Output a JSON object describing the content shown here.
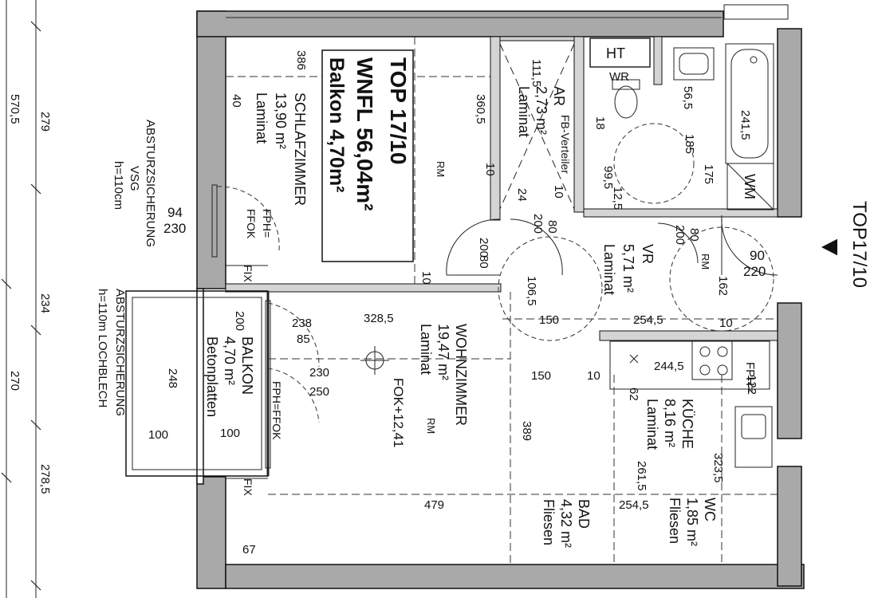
{
  "title_box": {
    "line1": "TOP 17/10",
    "line2": "WNFL 56,04m²",
    "line3": "Balkon 4,70m²"
  },
  "rooms": {
    "schlafzimmer": {
      "name": "SCHLAFZIMMER",
      "area": "13,90 m²",
      "floor": "Laminat"
    },
    "ar": {
      "name": "AR",
      "area": "2,73 m²",
      "floor": "Laminat"
    },
    "vr": {
      "name": "VR",
      "area": "5,71 m²",
      "floor": "Laminat"
    },
    "wohnzimmer": {
      "name": "WOHNZIMMER",
      "area": "19,47 m²",
      "floor": "Laminat"
    },
    "kueche": {
      "name": "KÜCHE",
      "area": "8,16 m²",
      "floor": "Laminat"
    },
    "balkon": {
      "name": "BALKON",
      "area": "4,70 m²",
      "floor": "Betonplatten"
    },
    "bad": {
      "name": "BAD",
      "area": "4,32 m²",
      "floor": "Fliesen"
    },
    "wc": {
      "name": "WC",
      "area": "1,85 m²",
      "floor": "Fliesen"
    }
  },
  "fixtures": {
    "ht": "HT",
    "wm": "WM",
    "wr": "WR",
    "rm": "RM",
    "fb_verteiler": "FB-Verteiler",
    "fph_ffok": "FPH=FFOK",
    "fph": "FPH=",
    "fph_a": "FPH=",
    "ffok": "FFOK",
    "fix": "FIX",
    "fok": "FOK+12,41"
  },
  "notes": {
    "absturz1_l1": "ABSTURZSICHERUNG",
    "absturz1_l2": "VSG",
    "absturz1_l3": "h=110cm",
    "absturz2_l1": "ABSTURZSICHERUNG",
    "absturz2_l2": "h=110m  LOCHBLECH",
    "entrance": "TOP17/10"
  },
  "dimensions": {
    "left_chain": [
      "570,5",
      "279",
      "234",
      "270",
      "278,5"
    ],
    "labels": {
      "d386": "386",
      "d40": "40",
      "d360_5": "360,5",
      "d94": "94",
      "d230": "230",
      "d111_5": "111,5",
      "d18": "18",
      "d10a": "10",
      "d10b": "10",
      "d24": "24",
      "d200a": "200",
      "d80a": "80",
      "d200b": "200",
      "d80b": "80",
      "d10c": "10",
      "d106_5": "106,5",
      "d99_5": "99,5",
      "d12_5": "12,5",
      "d56_5": "56,5",
      "d185": "185",
      "d175": "175",
      "d241_5": "241,5",
      "d200c": "200",
      "d80c": "80",
      "d90": "90",
      "d220": "220",
      "d162": "162",
      "d200d": "200",
      "d238": "238",
      "d85": "85",
      "d328_5": "328,5",
      "d150a": "150",
      "d254_5a": "254,5",
      "d10d": "10",
      "d248": "248",
      "d230b": "230",
      "d250": "250",
      "d150b": "150",
      "d10e": "10",
      "d244_5": "244,5",
      "d122": "122",
      "d62": "62",
      "d100a": "100",
      "d100b": "100",
      "d389": "389",
      "d261_5": "261,5",
      "d323_5": "323,5",
      "d479": "479",
      "d254_5b": "254,5",
      "d67": "67"
    }
  }
}
